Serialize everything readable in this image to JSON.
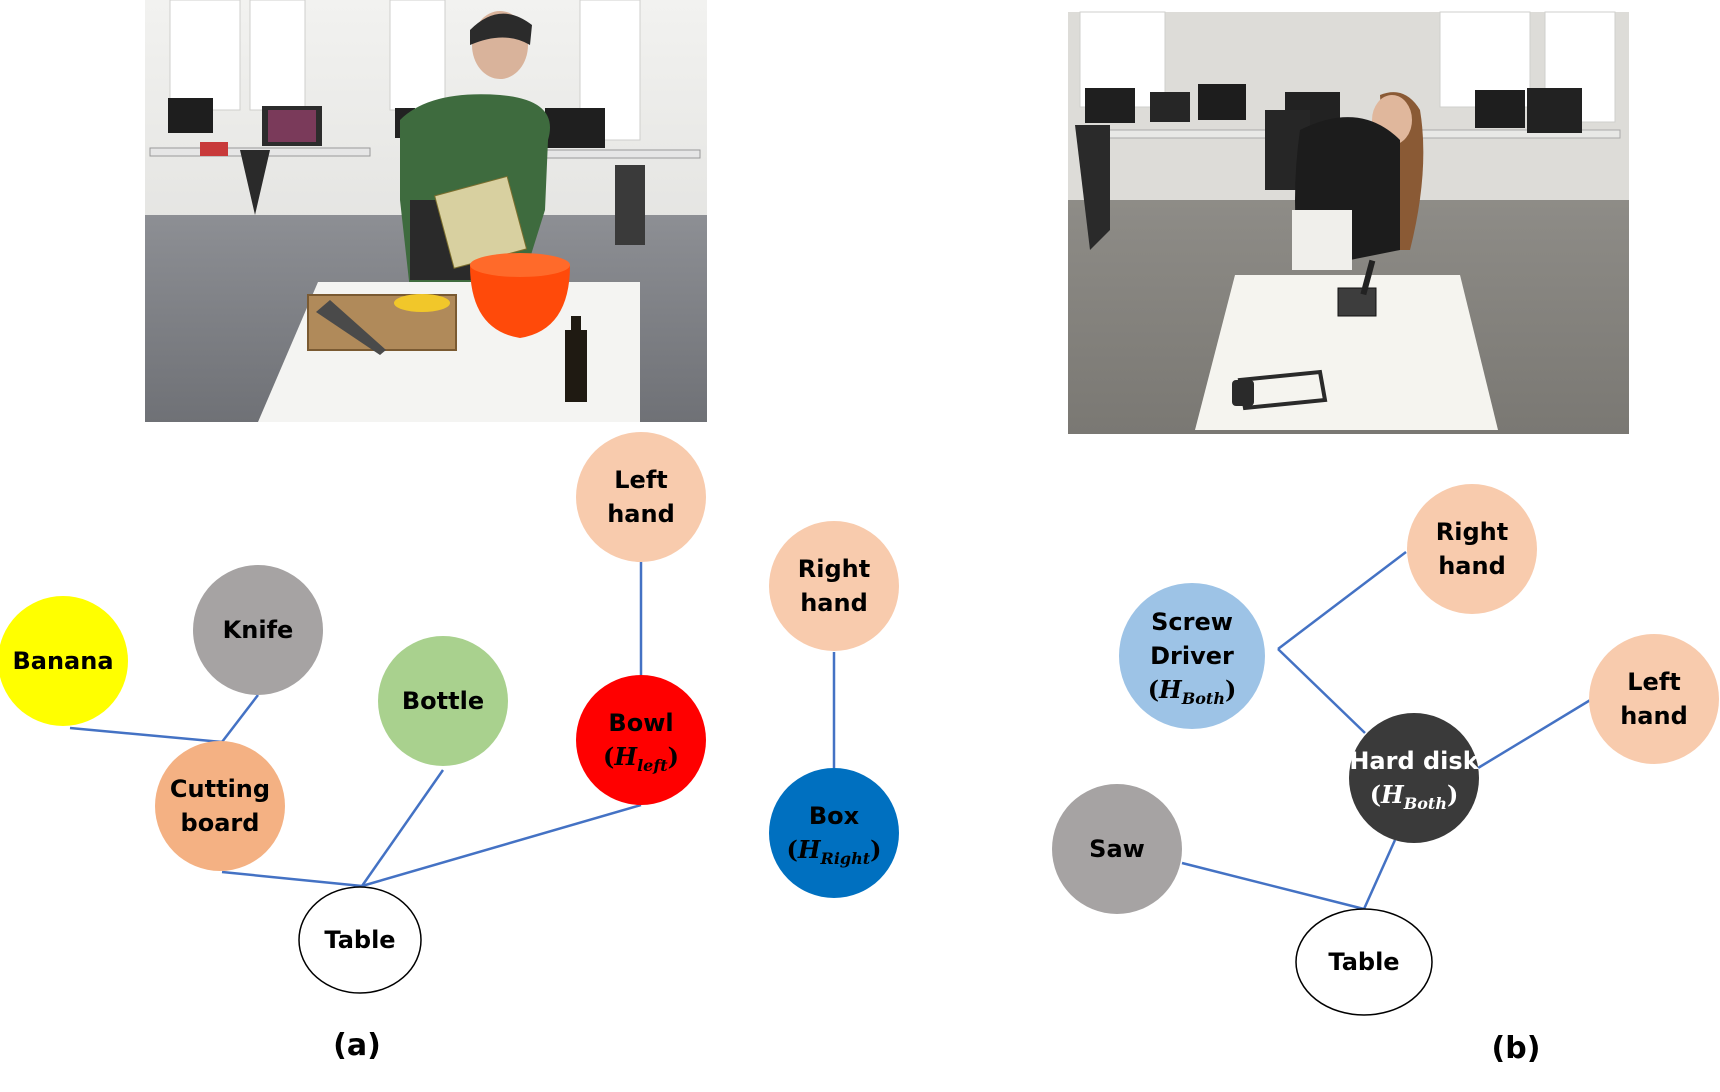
{
  "panels": [
    {
      "id": "a",
      "caption": "(a)",
      "photo": {
        "description_icon": "kitchen-scene-photo"
      },
      "nodes": [
        {
          "id": "banana",
          "lines": [
            "Banana"
          ],
          "fill": "#ffff00",
          "text": "#000000"
        },
        {
          "id": "knife",
          "lines": [
            "Knife"
          ],
          "fill": "#a6a3a3",
          "text": "#000000"
        },
        {
          "id": "bottle",
          "lines": [
            "Bottle"
          ],
          "fill": "#a9d18e",
          "text": "#000000"
        },
        {
          "id": "left-hand",
          "lines": [
            "Left",
            "hand"
          ],
          "fill": "#f8cbad",
          "text": "#000000"
        },
        {
          "id": "right-hand",
          "lines": [
            "Right",
            "hand"
          ],
          "fill": "#f8cbad",
          "text": "#000000"
        },
        {
          "id": "cutting-board",
          "lines": [
            "Cutting",
            "board"
          ],
          "fill": "#f4b183",
          "text": "#000000"
        },
        {
          "id": "bowl",
          "lines": [
            "Bowl"
          ],
          "math": {
            "base": "H",
            "sub": "left"
          },
          "fill": "#ff0000",
          "text": "#000000"
        },
        {
          "id": "box",
          "lines": [
            "Box"
          ],
          "math": {
            "base": "H",
            "sub": "Right"
          },
          "fill": "#0070c0",
          "text": "#000000"
        },
        {
          "id": "table",
          "lines": [
            "Table"
          ],
          "fill": "#ffffff",
          "text": "#000000"
        }
      ],
      "edges": [
        [
          "banana",
          "cutting-board"
        ],
        [
          "knife",
          "cutting-board"
        ],
        [
          "cutting-board",
          "table"
        ],
        [
          "bottle",
          "table"
        ],
        [
          "bowl",
          "table"
        ],
        [
          "left-hand",
          "bowl"
        ],
        [
          "right-hand",
          "box"
        ]
      ]
    },
    {
      "id": "b",
      "caption": "(b)",
      "photo": {
        "description_icon": "workshop-scene-photo"
      },
      "nodes": [
        {
          "id": "right-hand",
          "lines": [
            "Right",
            "hand"
          ],
          "fill": "#f8cbad",
          "text": "#000000"
        },
        {
          "id": "screw-driver",
          "lines": [
            "Screw",
            "Driver"
          ],
          "math": {
            "base": "H",
            "sub": "Both"
          },
          "fill": "#9dc3e6",
          "text": "#000000"
        },
        {
          "id": "left-hand",
          "lines": [
            "Left",
            "hand"
          ],
          "fill": "#f8cbad",
          "text": "#000000"
        },
        {
          "id": "hard-disk",
          "lines": [
            "Hard disk"
          ],
          "math": {
            "base": "H",
            "sub": "Both"
          },
          "fill": "#3a3a3a",
          "text": "#ffffff"
        },
        {
          "id": "saw",
          "lines": [
            "Saw"
          ],
          "fill": "#a6a3a3",
          "text": "#000000"
        },
        {
          "id": "table",
          "lines": [
            "Table"
          ],
          "fill": "#ffffff",
          "text": "#000000"
        }
      ],
      "edges": [
        [
          "right-hand",
          "screw-driver"
        ],
        [
          "screw-driver",
          "hard-disk"
        ],
        [
          "left-hand",
          "hard-disk"
        ],
        [
          "hard-disk",
          "table"
        ],
        [
          "saw",
          "table"
        ]
      ]
    }
  ],
  "colors": {
    "edge": "#4472c4",
    "outline": "#000000"
  }
}
